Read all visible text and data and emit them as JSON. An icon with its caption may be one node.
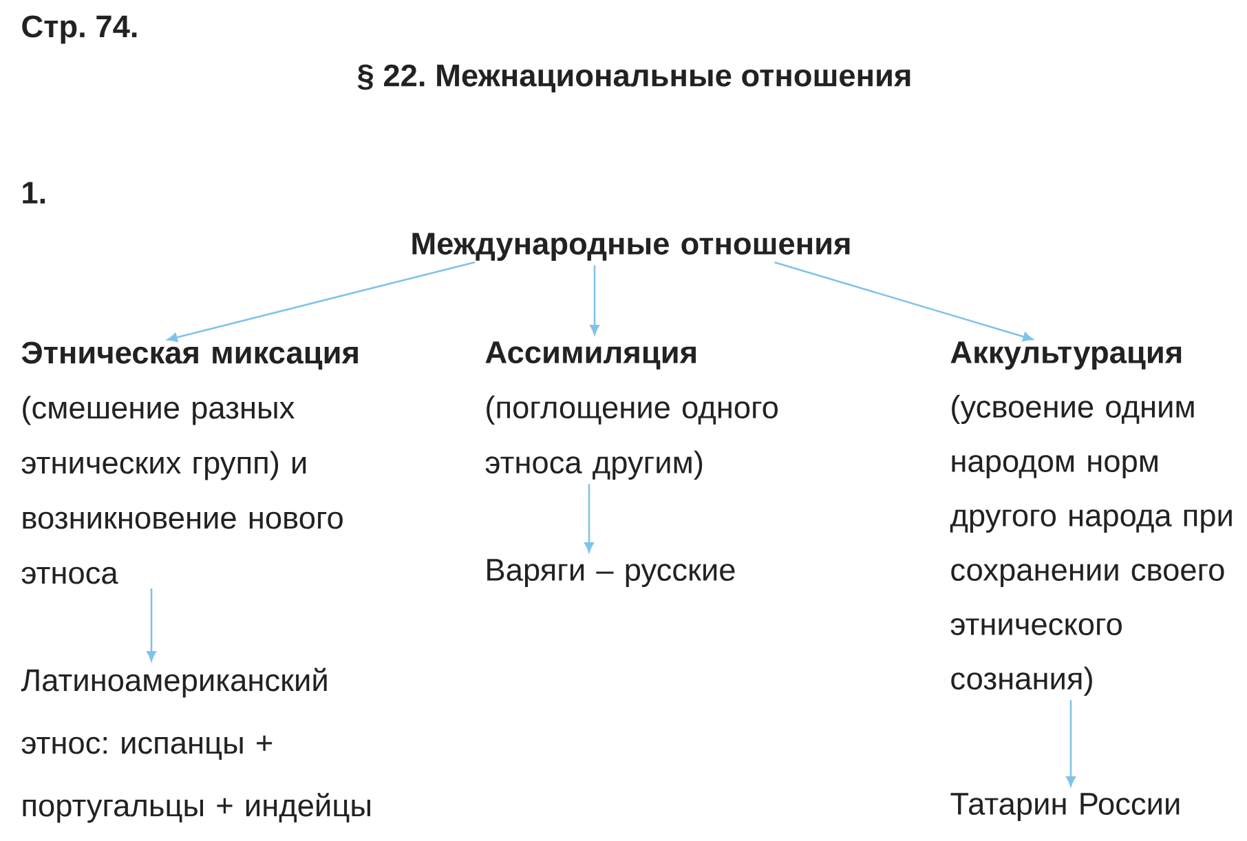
{
  "diagram": {
    "title": "§ 22. Межнациональные отношения",
    "nodes": [
      {
        "text": [
          "Международные отношения"
        ]
      },
      {
        "text": [
          "Этническая миксация",
          "(смешение разных этнических групп) и возникновение нового этноса"
        ]
      },
      {
        "text": [
          "Ассимиляция",
          "(поглощение одного этноса другим)"
        ]
      },
      {
        "text": [
          "Аккультурация",
          "(усвоение одним народом норм другого народа при сохранении своего этнического сознания)"
        ]
      },
      {
        "text": [
          "Латиноамериканский этнос: испанцы + португальцы + индейцы"
        ]
      },
      {
        "text": [
          "Варяги – русские"
        ]
      },
      {
        "text": [
          "Татарин России"
        ]
      }
    ],
    "edges": [
      {
        "from": 0,
        "to": 1,
        "arrow": "to"
      },
      {
        "from": 0,
        "to": 2,
        "arrow": "to"
      },
      {
        "from": 0,
        "to": 3,
        "arrow": "to"
      },
      {
        "from": 1,
        "to": 4,
        "arrow": "to"
      },
      {
        "from": 2,
        "to": 5,
        "arrow": "to"
      },
      {
        "from": 3,
        "to": 6,
        "arrow": "to"
      }
    ],
    "labels": [
      "Стр. 74.",
      "1."
    ]
  }
}
